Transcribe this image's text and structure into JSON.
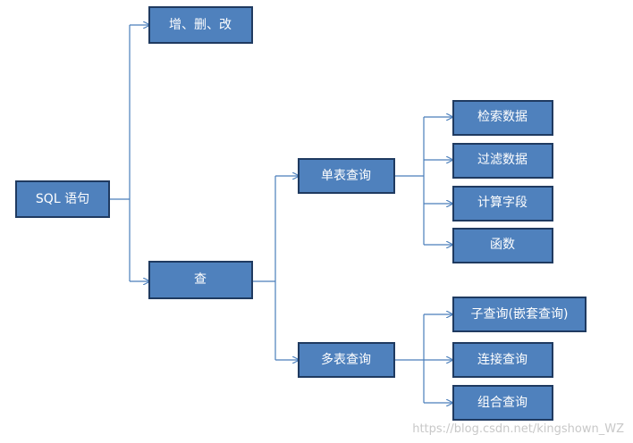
{
  "diagram": {
    "root": "SQL 语句",
    "crud": "增、删、改",
    "query": "查",
    "single_table": "单表查询",
    "multi_table": "多表查询",
    "retrieve": "检索数据",
    "filter": "过滤数据",
    "computed": "计算字段",
    "functions": "函数",
    "subquery": "子查询(嵌套查询)",
    "join": "连接查询",
    "union": "组合查询"
  },
  "watermark": "https://blog.csdn.net/kingshown_WZ",
  "colors": {
    "node_fill": "#4f81bd",
    "node_border": "#1f3a60",
    "connector": "#4a7ebb",
    "text": "#ffffff"
  }
}
